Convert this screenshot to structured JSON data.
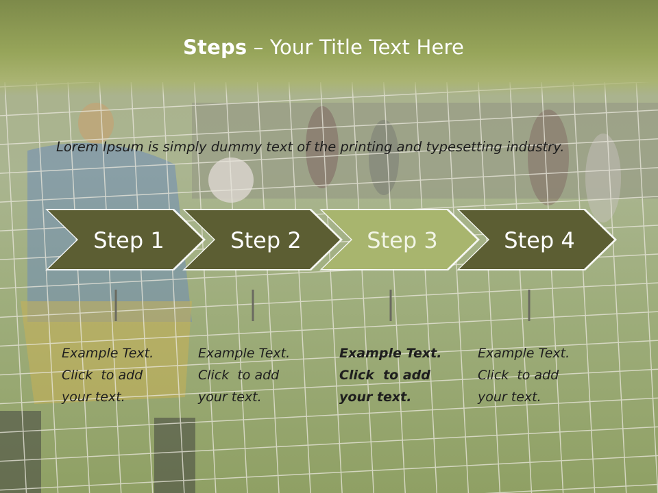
{
  "slide": {
    "title_bold": "Steps",
    "title_rest": " – Your Title Text Here",
    "intro": "Lorem Ipsum is simply dummy text of the printing and typesetting industry."
  },
  "steps": [
    {
      "label": "Step 1",
      "line1": "Example Text.",
      "line2": "Click  to add",
      "line3": "your text.",
      "active": false
    },
    {
      "label": "Step 2",
      "line1": "Example Text.",
      "line2": "Click  to add",
      "line3": "your text.",
      "active": false
    },
    {
      "label": "Step 3",
      "line1": "Example Text.",
      "line2": "Click  to add",
      "line3": "your text.",
      "active": true
    },
    {
      "label": "Step 4",
      "line1": "Example Text.",
      "line2": "Click  to add",
      "line3": "your text.",
      "active": false
    }
  ],
  "colors": {
    "title_band": "#8e9b55",
    "step_dark": "#5c5e33",
    "step_active": "#a8b56e",
    "text": "#1e1e1e"
  },
  "background_image": "goalkeeper-behind-soccer-net"
}
